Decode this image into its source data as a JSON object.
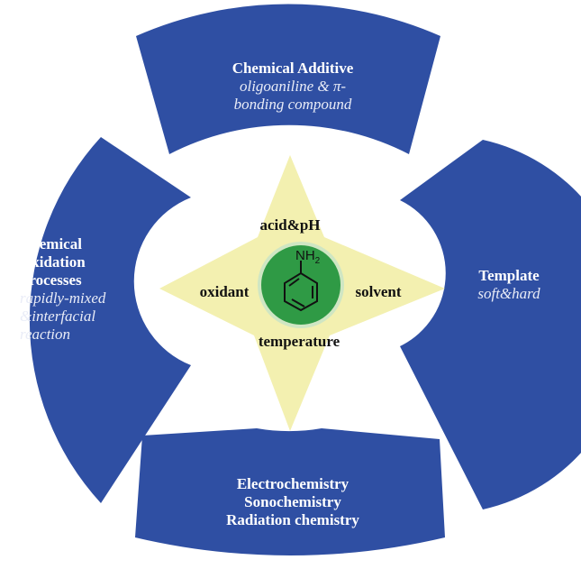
{
  "segments": {
    "top": {
      "title": "Chemical Additive",
      "subtitle_lines": [
        "oligoaniline & π-",
        "bonding compound"
      ]
    },
    "left": {
      "title_lines": [
        "Chemical",
        "Oxidation",
        "Processes"
      ],
      "subtitle_lines": [
        "rapidly-mixed",
        "&interfacial",
        "reaction"
      ]
    },
    "right": {
      "title": "Template",
      "subtitle": "soft&hard"
    },
    "bottom": {
      "title_lines": [
        "Electrochemistry",
        "Sonochemistry",
        "Radiation chemistry"
      ]
    }
  },
  "center": {
    "star_labels": {
      "top": "acid&pH",
      "left": "oxidant",
      "right": "solvent",
      "bottom": "temperature"
    },
    "molecule": {
      "group": "NH",
      "subscript": "2"
    }
  },
  "colors": {
    "segment_fill": "#2f4fa3",
    "star_fill": "#f3f0b0",
    "molecule_circle": "#2f9a45",
    "molecule_ring": "#cfe6c3"
  }
}
